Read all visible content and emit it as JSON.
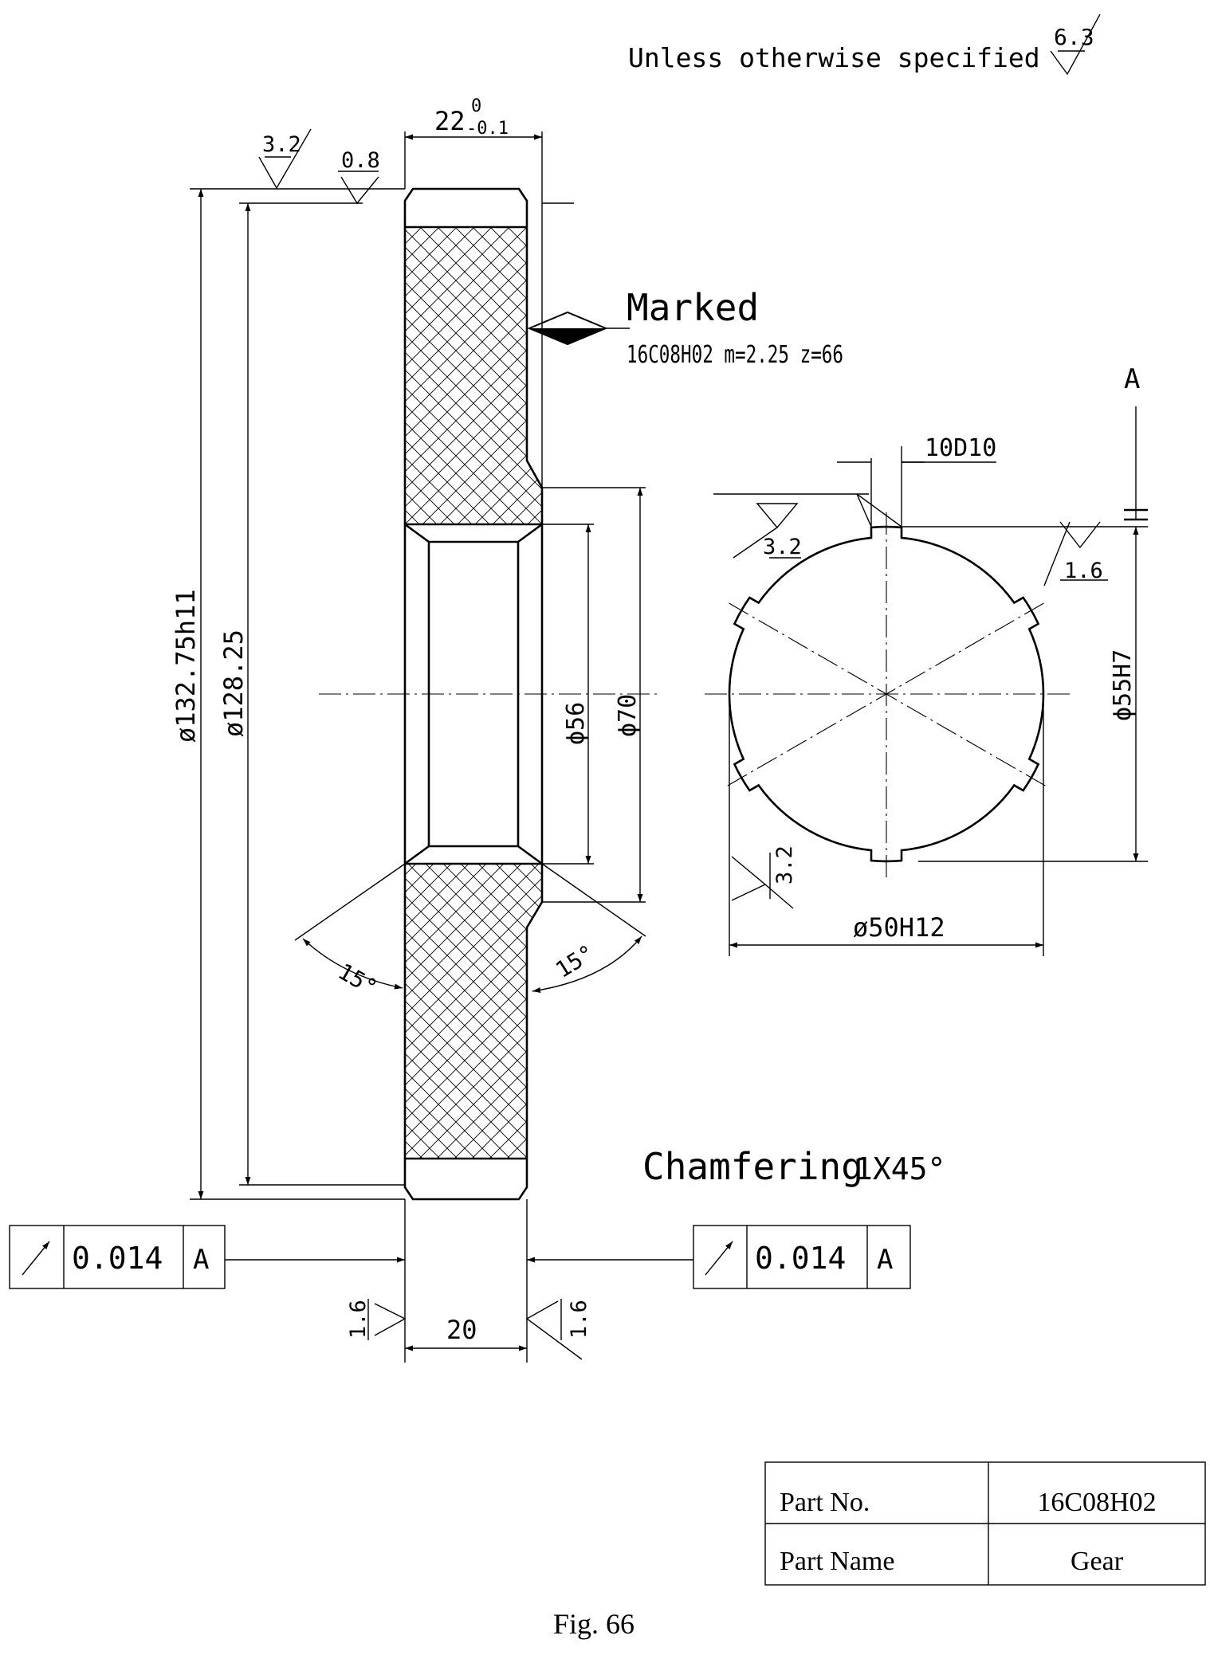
{
  "general_note": "Unless otherwise specified",
  "roughness": {
    "general": "6.3",
    "outer_face": "3.2",
    "outer_diameter": "0.8",
    "keyway_side_1": "3.2",
    "keyway_side_2": "1.6",
    "bore": "3.2",
    "face_left": "1.6",
    "face_right": "1.6"
  },
  "dimensions": {
    "width": "22",
    "width_upper_tol": "0",
    "width_lower_tol": "-0.1",
    "hub_width": "20",
    "outer_diameter": "ø132.75h11",
    "root_diameter": "ø128.25",
    "recess_diameter": "ϕ56",
    "hub_diameter": "ϕ70",
    "keyway_width": "10D10",
    "spline_major": "ϕ55H7",
    "spline_minor": "ø50H12",
    "angle_left": "15°",
    "angle_right": "15°"
  },
  "marking": {
    "title": "Marked",
    "text": "16C08H02 m=2.25 z=66"
  },
  "datum": "A",
  "chamfer_note": {
    "label": "Chamfering",
    "value": "1X45°"
  },
  "tolerance_frames": [
    {
      "symbol": "circular-runout-icon",
      "value": "0.014",
      "datum": "A"
    },
    {
      "symbol": "circular-runout-icon",
      "value": "0.014",
      "datum": "A"
    }
  ],
  "title_block": {
    "rows": [
      {
        "label": "Part No.",
        "value": "16C08H02"
      },
      {
        "label": "Part Name",
        "value": "Gear"
      }
    ]
  },
  "caption": "Fig. 66"
}
